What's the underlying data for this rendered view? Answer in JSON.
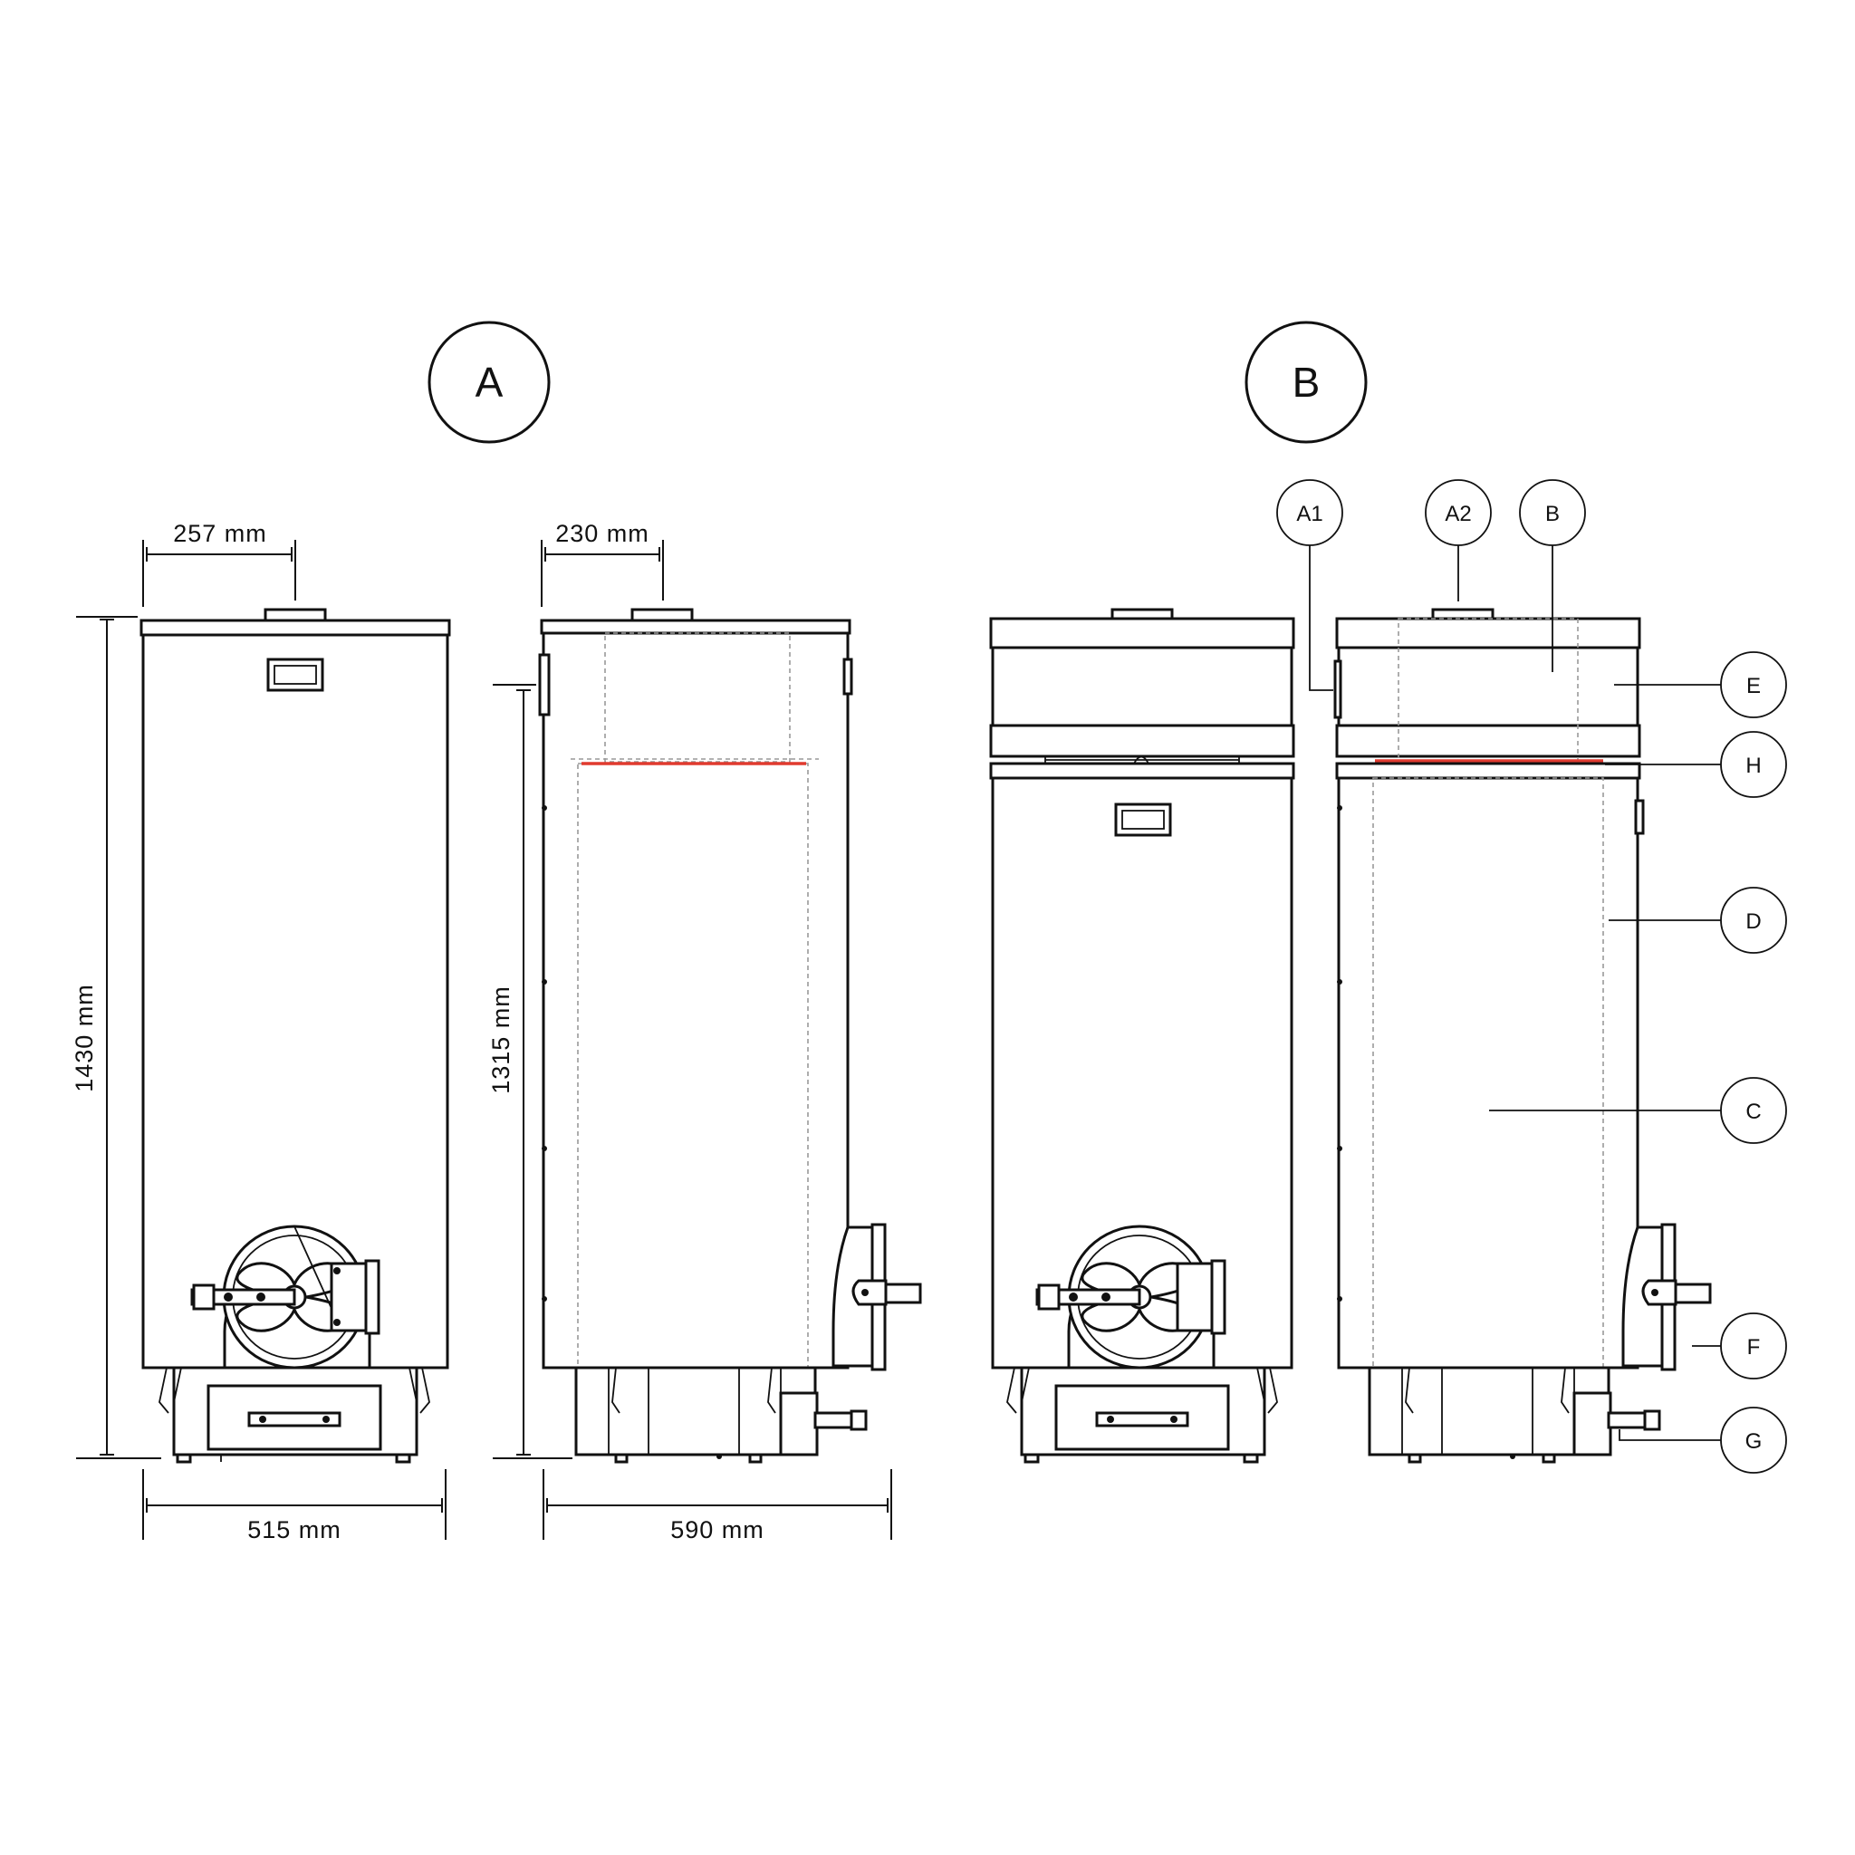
{
  "views": {
    "a": {
      "label": "A"
    },
    "b": {
      "label": "B"
    }
  },
  "dimensions": {
    "front_width": "515 mm",
    "front_offset": "257 mm",
    "front_height": "1430 mm",
    "side_width": "590 mm",
    "side_offset": "230 mm",
    "side_height": "1315 mm"
  },
  "callouts": {
    "a1": "A1",
    "a2": "A2",
    "b": "B",
    "e": "E",
    "h": "H",
    "d": "D",
    "c": "C",
    "f": "F",
    "g": "G"
  },
  "colors": {
    "line": "#111111",
    "highlight": "#e03a2f",
    "hidden_line": "#999999"
  }
}
